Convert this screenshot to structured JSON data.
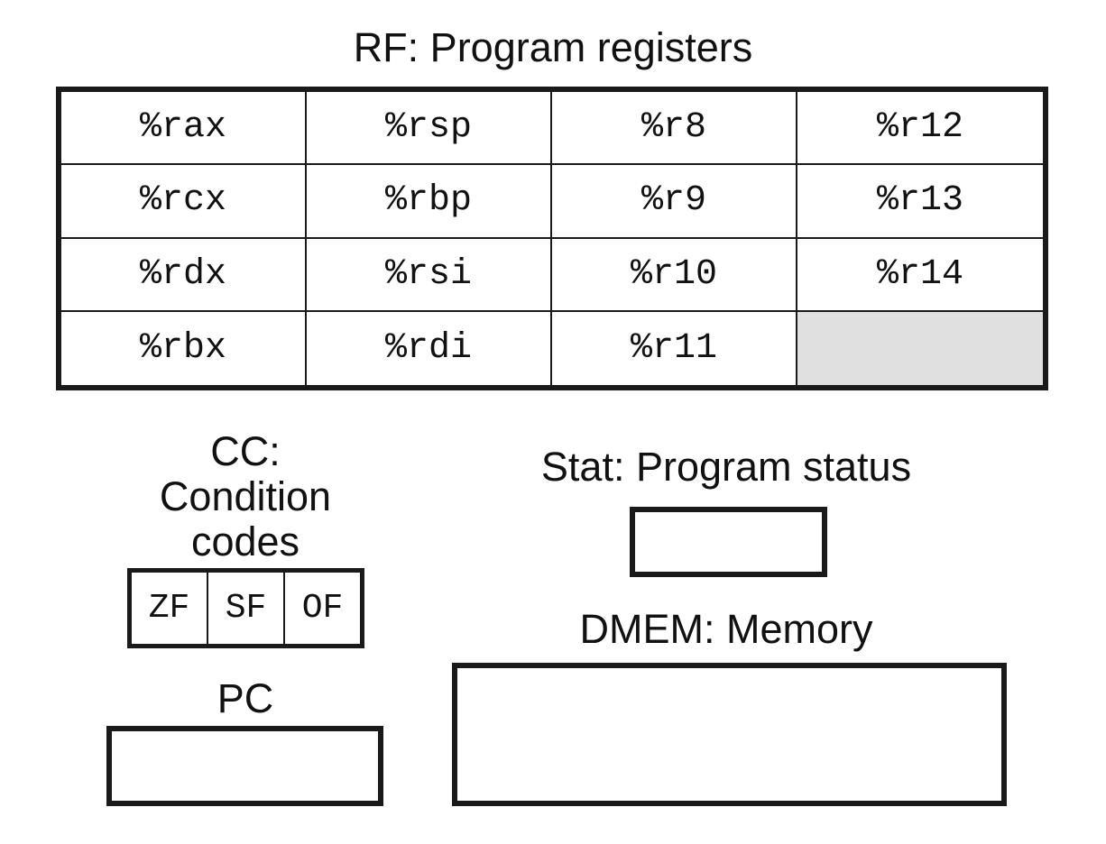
{
  "register_file": {
    "title": "RF: Program registers",
    "rows": [
      [
        "%rax",
        "%rsp",
        "%r8",
        "%r12"
      ],
      [
        "%rcx",
        "%rbp",
        "%r9",
        "%r13"
      ],
      [
        "%rdx",
        "%rsi",
        "%r10",
        "%r14"
      ],
      [
        "%rbx",
        "%rdi",
        "%r11",
        ""
      ]
    ],
    "empty_cell_color": "#dfe0df"
  },
  "condition_codes": {
    "title_lines": [
      "CC:",
      "Condition",
      "codes"
    ],
    "flags": [
      "ZF",
      "SF",
      "OF"
    ]
  },
  "pc": {
    "title": "PC"
  },
  "stat": {
    "title": "Stat: Program status"
  },
  "dmem": {
    "title": "DMEM: Memory"
  }
}
